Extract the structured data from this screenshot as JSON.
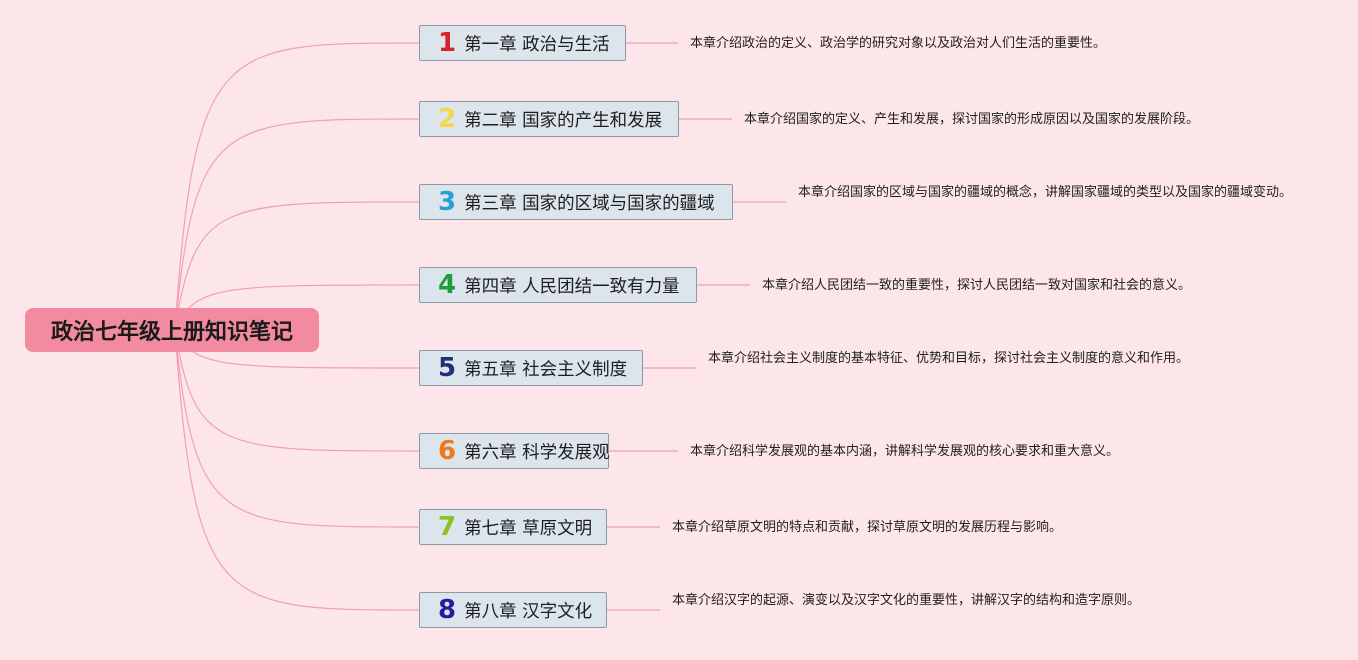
{
  "title": "政治七年级上册知识笔记",
  "colors": {
    "background": "#fde6ea",
    "root_fill": "#f28b9f",
    "node_fill": "#dce4ec",
    "node_border": "#8c9aa8",
    "connector": "#f2a0b0"
  },
  "chapters": [
    {
      "num": "1",
      "num_color": "#d8232f",
      "title": "第一章 政治与生活",
      "desc": "本章介绍政治的定义、政治学的研究对象以及政治对人们生活的重要性。"
    },
    {
      "num": "2",
      "num_color": "#f2d64b",
      "title": "第二章 国家的产生和发展",
      "desc": "本章介绍国家的定义、产生和发展，探讨国家的形成原因以及国家的发展阶段。"
    },
    {
      "num": "3",
      "num_color": "#2a9fd6",
      "title": "第三章 国家的区域与国家的疆域",
      "desc": "本章介绍国家的区域与国家的疆域的概念，讲解国家疆域的类型以及国家的疆域变动。"
    },
    {
      "num": "4",
      "num_color": "#1f9d3a",
      "title": "第四章 人民团结一致有力量",
      "desc": "本章介绍人民团结一致的重要性，探讨人民团结一致对国家和社会的意义。"
    },
    {
      "num": "5",
      "num_color": "#1f2f7a",
      "title": "第五章 社会主义制度",
      "desc": "本章介绍社会主义制度的基本特征、优势和目标，探讨社会主义制度的意义和作用。"
    },
    {
      "num": "6",
      "num_color": "#f07a1a",
      "title": "第六章 科学发展观",
      "desc": "本章介绍科学发展观的基本内涵，讲解科学发展观的核心要求和重大意义。"
    },
    {
      "num": "7",
      "num_color": "#8cc21f",
      "title": "第七章 草原文明",
      "desc": "本章介绍草原文明的特点和贡献，探讨草原文明的发展历程与影响。"
    },
    {
      "num": "8",
      "num_color": "#2b1a9a",
      "title": "第八章 汉字文化",
      "desc": "本章介绍汉字的起源、演变以及汉字文化的重要性，讲解汉字的结构和造字原则。"
    }
  ]
}
